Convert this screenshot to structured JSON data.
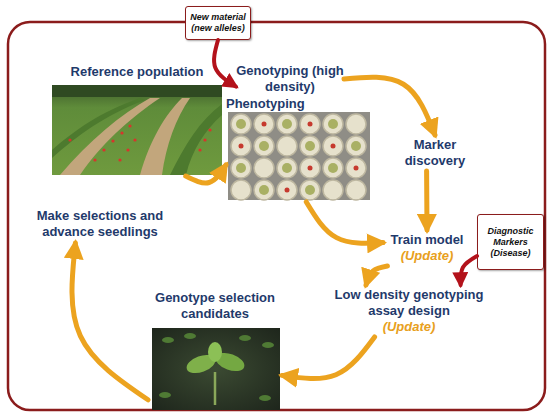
{
  "diagram": {
    "nodes": [
      {
        "text": [
          "New material (new alleles)"
        ]
      },
      {
        "text": [
          "Reference population"
        ]
      },
      {
        "text": [
          "Genotyping (high density)"
        ]
      },
      {
        "text": [
          "Phenotyping"
        ]
      },
      {
        "text": [
          "Marker discovery"
        ]
      },
      {
        "text": [
          "Train model",
          "(Update)"
        ]
      },
      {
        "text": [
          "Diagnostic Markers (Disease)"
        ]
      },
      {
        "text": [
          "Make selections and advance seedlings"
        ]
      },
      {
        "text": [
          "Low density genotyping assay design",
          "(Update)"
        ]
      },
      {
        "text": [
          "Genotype selection candidates"
        ]
      }
    ],
    "edges": [
      {
        "from": 0,
        "to": 2,
        "arrow": "to"
      },
      {
        "from": 1,
        "to": 3,
        "arrow": "to"
      },
      {
        "from": 2,
        "to": 4,
        "arrow": "to"
      },
      {
        "from": 3,
        "to": 5,
        "arrow": "to"
      },
      {
        "from": 4,
        "to": 5,
        "arrow": "to"
      },
      {
        "from": 5,
        "to": 8,
        "arrow": "to"
      },
      {
        "from": 6,
        "to": 8,
        "arrow": "to"
      },
      {
        "from": 8,
        "to": 9,
        "arrow": "to"
      },
      {
        "from": 9,
        "to": 7,
        "arrow": "to"
      }
    ]
  }
}
